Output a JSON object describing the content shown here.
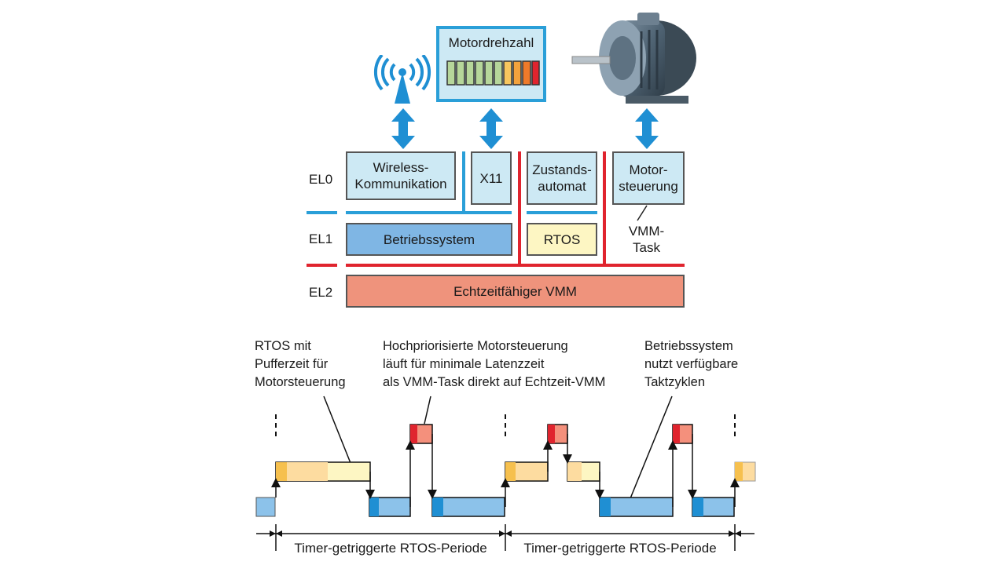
{
  "layers": {
    "el0": "EL0",
    "el1": "EL1",
    "el2": "EL2"
  },
  "display": {
    "title": "Motordrehzahl",
    "bar_count": 10
  },
  "boxes": {
    "wireless_line1": "Wireless-",
    "wireless_line2": "Kommunikation",
    "x11": "X11",
    "zustand_line1": "Zustands-",
    "zustand_line2": "automat",
    "motor_line1": "Motor-",
    "motor_line2": "steuerung",
    "betriebssystem": "Betriebssystem",
    "rtos": "RTOS",
    "vmm": "Echtzeitfähiger VMM",
    "vmm_task_line1": "VMM-",
    "vmm_task_line2": "Task"
  },
  "annotations": {
    "rtos_note": [
      "RTOS mit",
      "Pufferzeit für",
      "Motorsteuerung"
    ],
    "motor_note": [
      "Hochpriorisierte Motorsteuerung",
      "läuft für minimale Latenzzeit",
      "als VMM-Task direkt auf Echtzeit-VMM"
    ],
    "os_note": [
      "Betriebssystem",
      "nutzt verfügbare",
      "Taktzyklen"
    ]
  },
  "timeline": {
    "period1": "Timer-getriggerte RTOS-Periode",
    "period2": "Timer-getriggerte RTOS-Periode"
  },
  "colors": {
    "blue_line": "#2a9fd8",
    "red_line": "#e0242e",
    "arrow_blue": "#1f8fd3",
    "os_blue": "#7fb6e4",
    "rtos_yellow": "#fdf6c3",
    "vmm_salmon": "#ef937c",
    "motor_red": "#f4907c"
  }
}
